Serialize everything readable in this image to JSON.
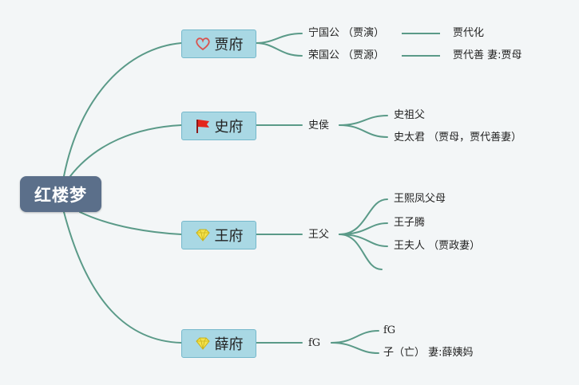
{
  "root": {
    "label": "红楼梦"
  },
  "branches": [
    {
      "label": "贾府",
      "icon": "heart-icon"
    },
    {
      "label": "史府",
      "icon": "red-flag-icon"
    },
    {
      "label": "王府",
      "icon": "diamond-icon"
    },
    {
      "label": "薛府",
      "icon": "diamond-icon"
    }
  ],
  "jia": {
    "ningguo": "宁国公 （贾演）",
    "rongguo": "荣国公 （贾源）",
    "ning_child": "贾代化",
    "rong_child": "贾代善 妻:贾母"
  },
  "shi": {
    "hou": "史侯",
    "zufu": "史祖父",
    "taijun": "史太君 （贾母，贾代善妻）"
  },
  "wang": {
    "fu": "王父",
    "xifeng_parents": "王熙凤父母",
    "ziteng": "王子腾",
    "furen": "王夫人 （贾政妻）"
  },
  "xue": {
    "fg1": "fG",
    "fg2": "fG",
    "son": "子（亡） 妻:薛姨妈"
  },
  "colors": {
    "line": "#5a9a88",
    "root_bg": "#5b6f8a",
    "branch_bg": "#a9d8e4",
    "branch_border": "#75b8cb",
    "background": "#f3f6f7"
  }
}
